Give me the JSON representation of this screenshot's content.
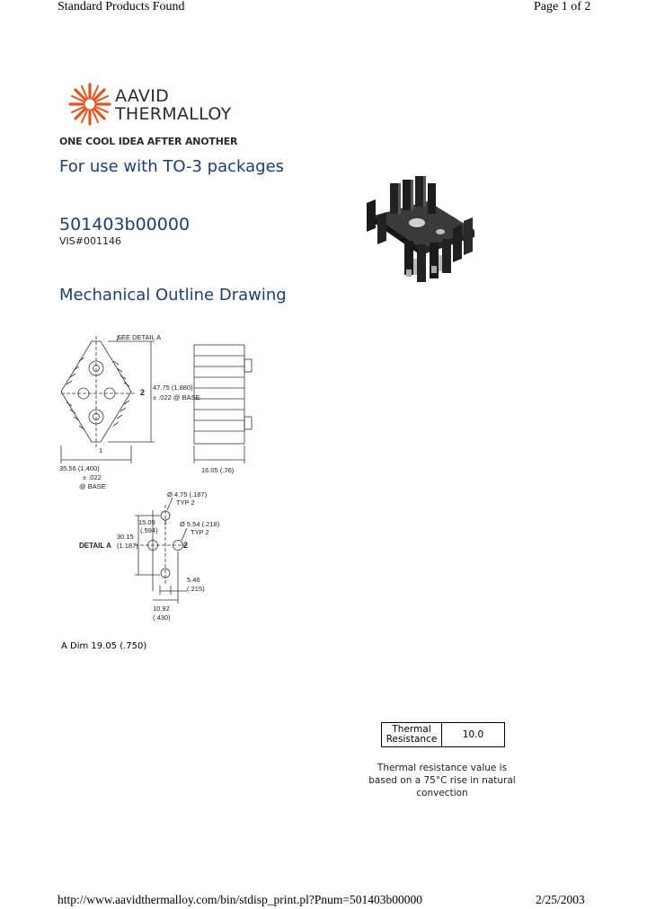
{
  "header": {
    "left": "Standard Products Found",
    "right": "Page 1 of 2"
  },
  "logo": {
    "line1": "AAVID",
    "line2": "THERMALLOY",
    "tagline": "ONE COOL IDEA AFTER ANOTHER",
    "color": "#e2541f"
  },
  "product": {
    "use": "For use with TO-3 packages",
    "part_number": "501403b00000",
    "vis": "VIS#001146"
  },
  "section_title": "Mechanical Outline Drawing",
  "drawing": {
    "see_detail": "SEE DETAIL A",
    "height_dim": "47.75 (1.880)",
    "height_tol": "± .022 @ BASE",
    "width_dim": "35.56 (1.400)",
    "width_tol": "± .022",
    "width_base": "@ BASE",
    "side_dim": "16.05 (.76)",
    "label_1": "1",
    "label_2": "2",
    "detail_label": "DETAIL A",
    "hole_a": "Ø 4.75 (.187)",
    "hole_a_typ": "TYP 2",
    "hole_b": "Ø 5.54 (.218)",
    "hole_b_typ": "TYP 2",
    "d15_1": "15.09",
    "d15_2": "(.594)",
    "d30_1": "30.15",
    "d30_2": "(1.187)",
    "d5_1": "5.46",
    "d5_2": "(.215)",
    "d10_1": "10.92",
    "d10_2": "(.430)"
  },
  "a_dim": "A Dim 19.05 (.750)",
  "thermal": {
    "label": "Thermal Resistance",
    "value": "10.0",
    "note": "Thermal resistance value is based on a 75°C rise in natural convection"
  },
  "footer": {
    "url": "http://www.aavidthermalloy.com/bin/stdisp_print.pl?Pnum=501403b00000",
    "date": "2/25/2003"
  }
}
